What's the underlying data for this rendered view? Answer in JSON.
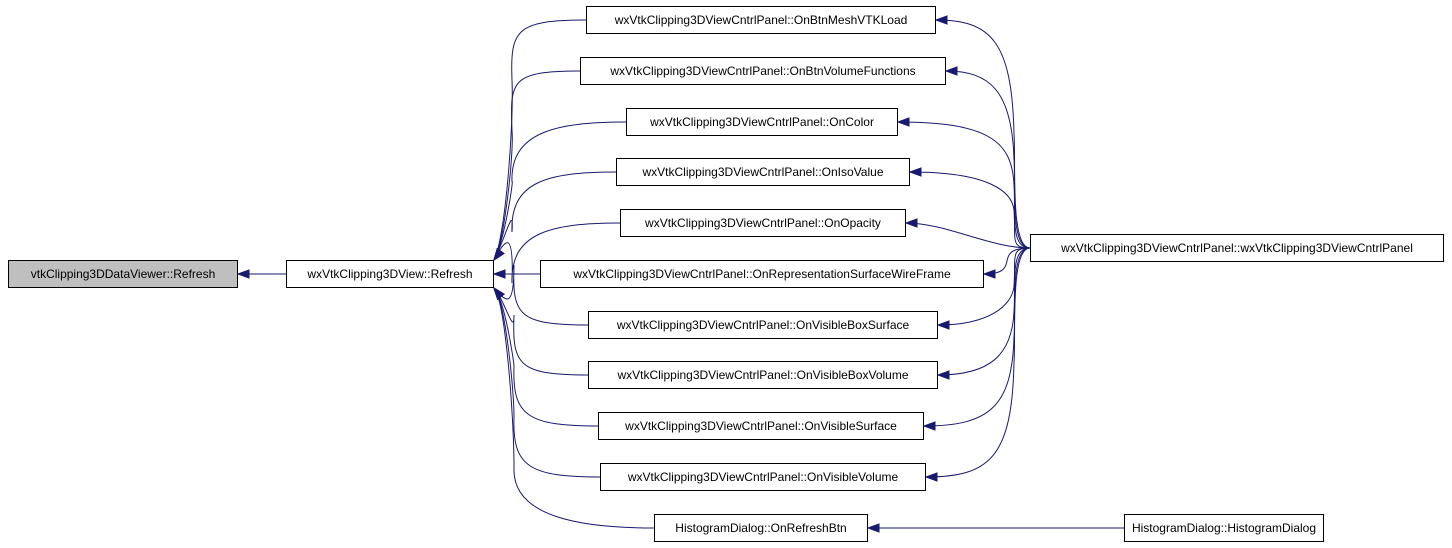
{
  "graph": {
    "edge_color": "#191970",
    "root_fill": "#bfbfbf",
    "nodes": {
      "root": "vtkClipping3DDataViewer::Refresh",
      "refresh": "wxVtkClipping3DView::Refresh",
      "mesh": "wxVtkClipping3DViewCntrlPanel::OnBtnMeshVTKLoad",
      "volfn": "wxVtkClipping3DViewCntrlPanel::OnBtnVolumeFunctions",
      "color": "wxVtkClipping3DViewCntrlPanel::OnColor",
      "iso": "wxVtkClipping3DViewCntrlPanel::OnIsoValue",
      "opacity": "wxVtkClipping3DViewCntrlPanel::OnOpacity",
      "repr": "wxVtkClipping3DViewCntrlPanel::OnRepresentationSurfaceWireFrame",
      "boxsurf": "wxVtkClipping3DViewCntrlPanel::OnVisibleBoxSurface",
      "boxvol": "wxVtkClipping3DViewCntrlPanel::OnVisibleBoxVolume",
      "vsurf": "wxVtkClipping3DViewCntrlPanel::OnVisibleSurface",
      "vvol": "wxVtkClipping3DViewCntrlPanel::OnVisibleVolume",
      "histbtn": "HistogramDialog::OnRefreshBtn",
      "ctor": "wxVtkClipping3DViewCntrlPanel::wxVtkClipping3DViewCntrlPanel",
      "histctor": "HistogramDialog::HistogramDialog"
    }
  }
}
